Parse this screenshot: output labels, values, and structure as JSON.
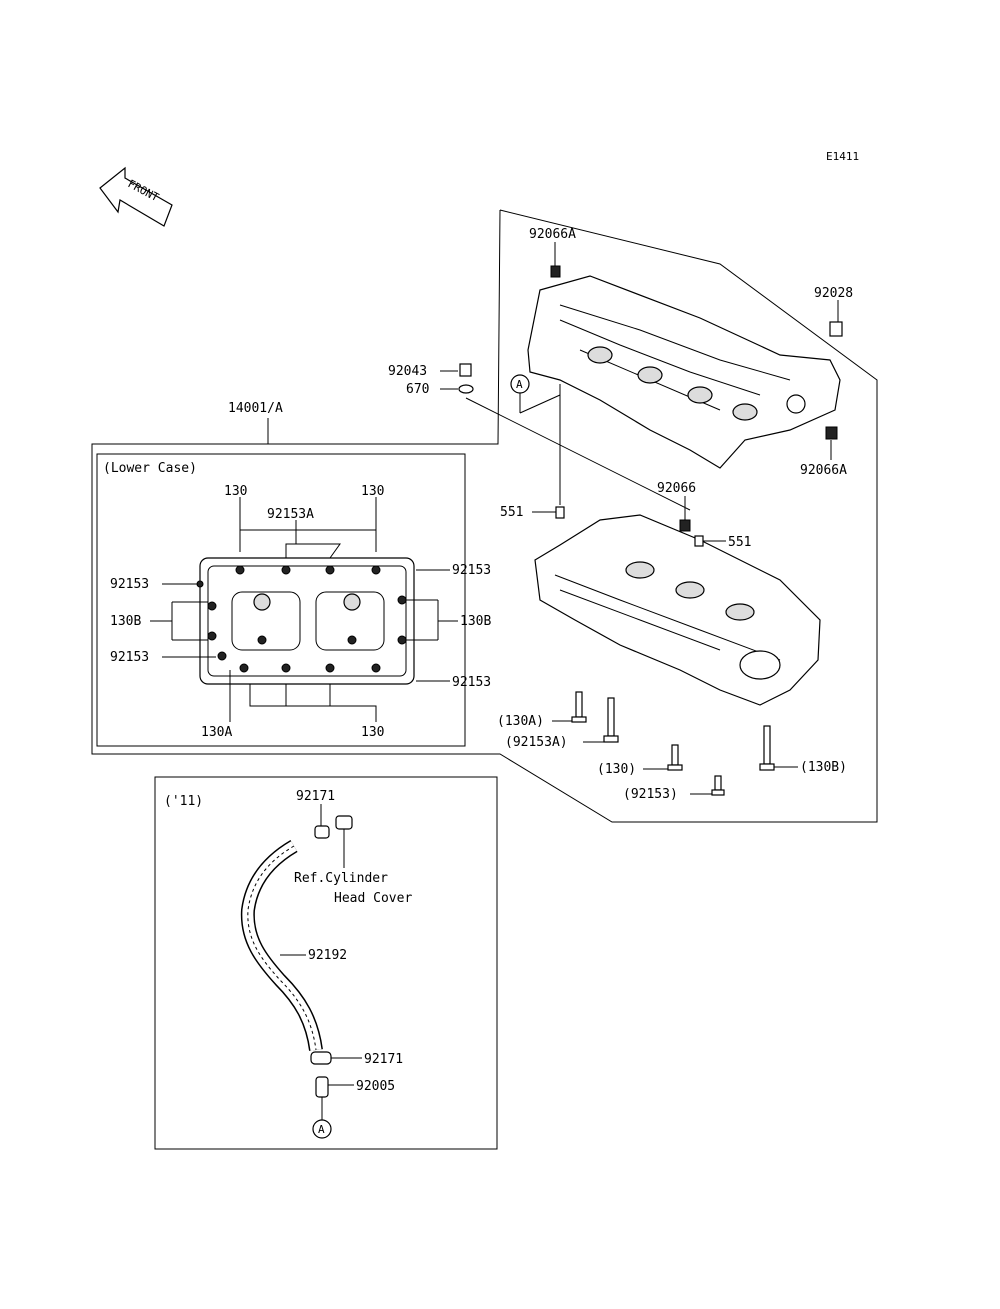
{
  "diagram_code": "E1411",
  "front_label": "FRONT",
  "main_assembly": "14001/A",
  "lower_case_title": "(Lower Case)",
  "year_box_title": "('11)",
  "ref_label_line1": "Ref.Cylinder",
  "ref_label_line2": "Head Cover",
  "ref_marker": "A",
  "callouts": {
    "c92066A_top": "92066A",
    "c92028": "92028",
    "c92043": "92043",
    "c670": "670",
    "c92066A_right": "92066A",
    "c92066": "92066",
    "c551_left": "551",
    "c551_right": "551",
    "c130A_paren": "(130A)",
    "c92153A_paren": "(92153A)",
    "c130_paren": "(130)",
    "c92153_paren": "(92153)",
    "c130B_paren": "(130B)",
    "lc_130_tl": "130",
    "lc_130_tr": "130",
    "lc_92153A": "92153A",
    "lc_92153_l1": "92153",
    "lc_92153_r1": "92153",
    "lc_130B_l": "130B",
    "lc_130B_r": "130B",
    "lc_92153_l2": "92153",
    "lc_92153_r2": "92153",
    "lc_130A": "130A",
    "lc_130_b": "130",
    "y_92171_top": "92171",
    "y_92192": "92192",
    "y_92171_bot": "92171",
    "y_92005": "92005"
  }
}
